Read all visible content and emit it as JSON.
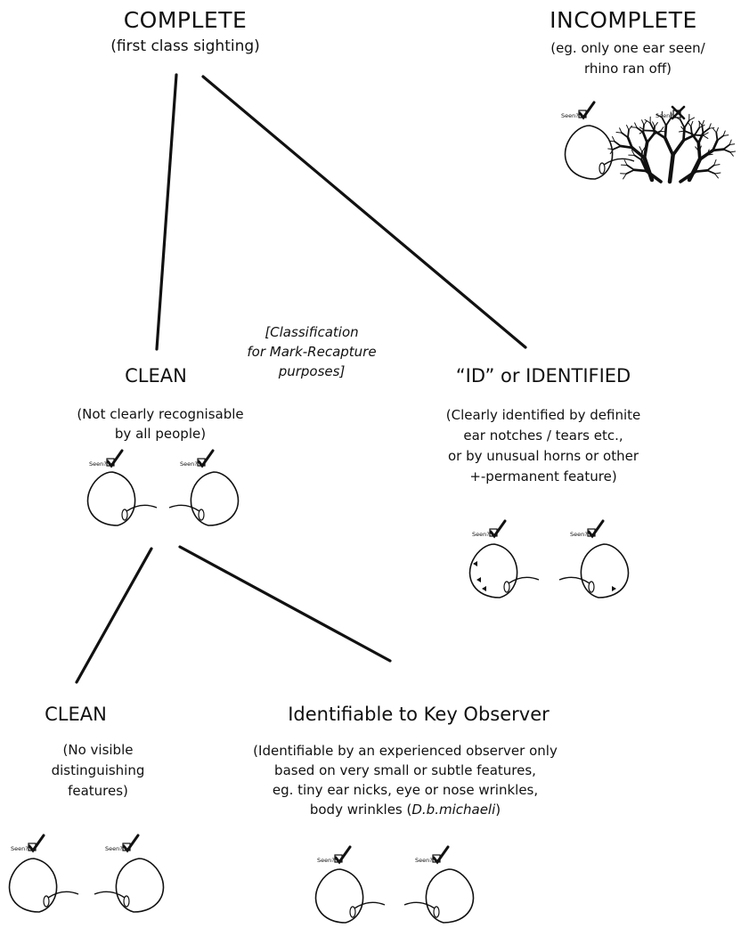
{
  "complete": {
    "title": "COMPLETE",
    "subtitle": "(first class sighting)"
  },
  "incomplete": {
    "title": "INCOMPLETE",
    "desc_line1": "(eg. only one ear seen/",
    "desc_line2": "rhino ran off)"
  },
  "classification_note": {
    "line1": "[Classification",
    "line2": "for Mark-Recapture",
    "line3": "purposes]"
  },
  "clean": {
    "title": "CLEAN",
    "desc_line1": "(Not clearly recognisable",
    "desc_line2": "by all people)"
  },
  "identified": {
    "title": "“ID” or IDENTIFIED",
    "desc_line1": "(Clearly identified by definite",
    "desc_line2": "ear notches / tears etc.,",
    "desc_line3": "or by unusual horns or other",
    "desc_line4": "+-permanent feature)"
  },
  "clean_sub": {
    "title": "CLEAN",
    "desc_line1": "(No visible",
    "desc_line2": "distinguishing",
    "desc_line3": "features)"
  },
  "key_observer": {
    "title": "Identifiable to Key Observer",
    "desc_line1": "(Identifiable by an experienced observer only",
    "desc_line2": "based on very small or subtle features,",
    "desc_line3": "eg. tiny ear nicks, eye or nose wrinkles,",
    "desc_line4_prefix": "body wrinkles (",
    "desc_line4_italic": "D.b.michaeli",
    "desc_line4_suffix": ")"
  },
  "seen_label": "Seen?",
  "icons": [
    "rhino-ear-icon",
    "checkmark-icon",
    "cross-icon",
    "bush-icon",
    "ear-notch-icon"
  ]
}
